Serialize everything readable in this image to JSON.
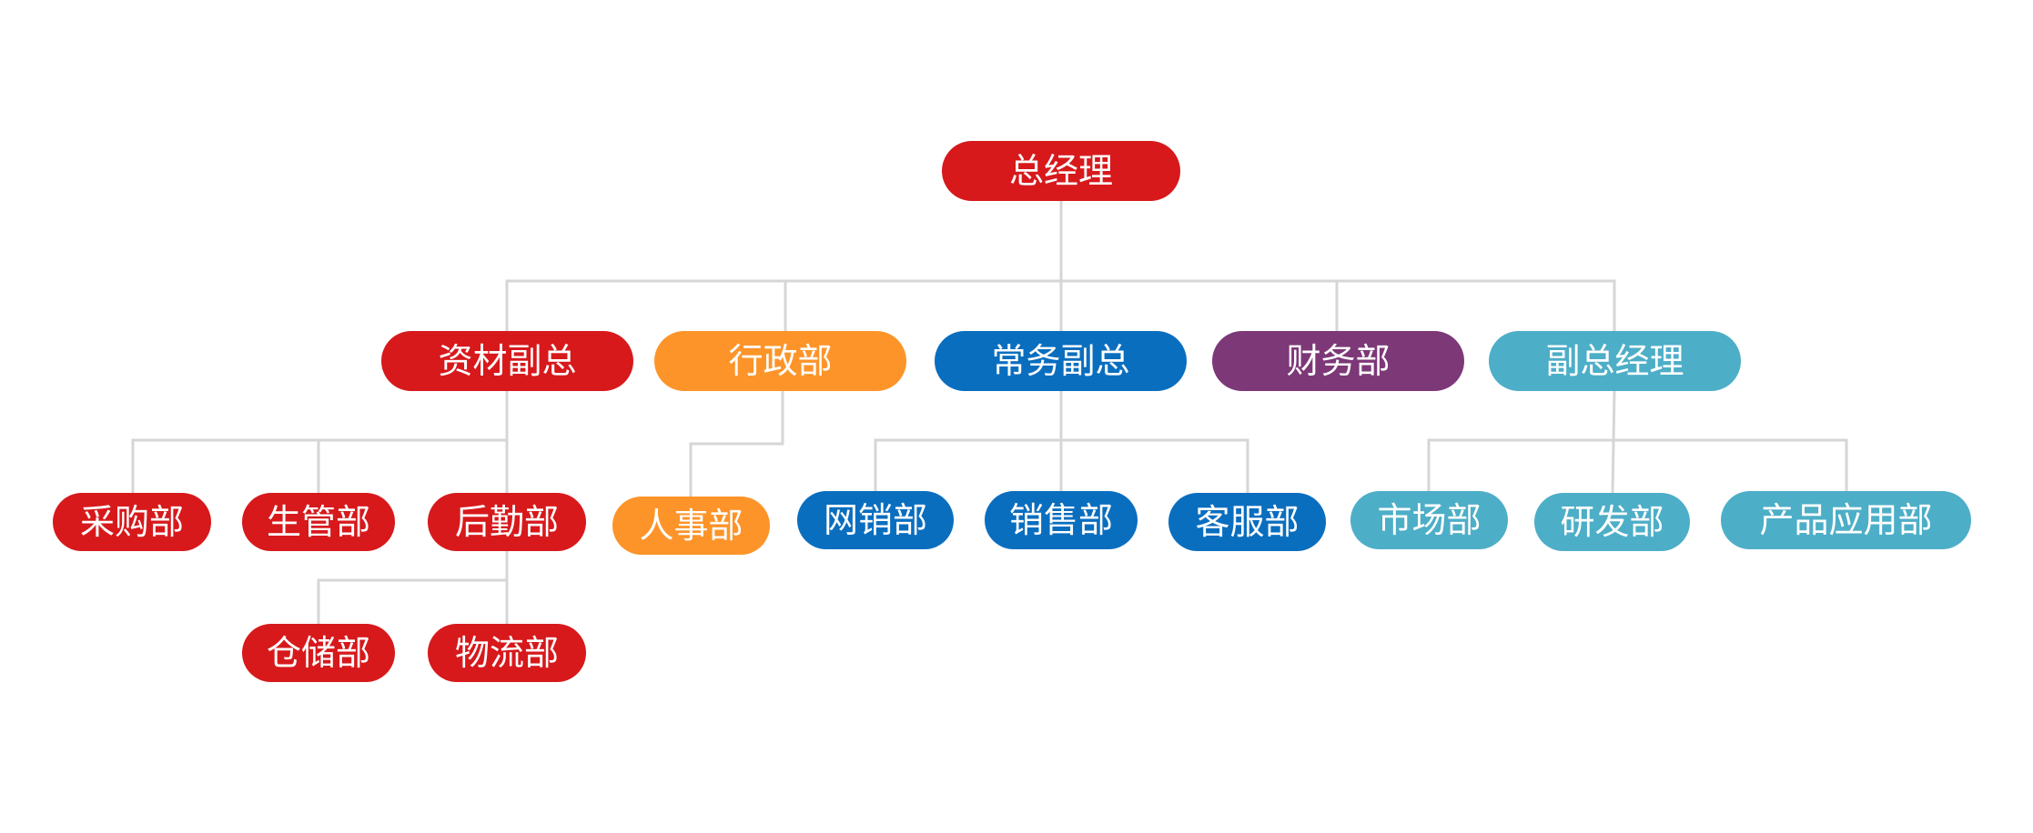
{
  "org_chart": {
    "root": {
      "label": "总经理",
      "color": "#d7191c"
    },
    "level1": [
      {
        "label": "资材副总",
        "color": "#d7191c"
      },
      {
        "label": "行政部",
        "color": "#fd9429"
      },
      {
        "label": "常务副总",
        "color": "#0a6ebf"
      },
      {
        "label": "财务部",
        "color": "#7d3878"
      },
      {
        "label": "副总经理",
        "color": "#4daec7"
      }
    ],
    "level2": [
      {
        "label": "采购部",
        "parent": "资材副总",
        "color": "#d7191c"
      },
      {
        "label": "生管部",
        "parent": "资材副总",
        "color": "#d7191c"
      },
      {
        "label": "后勤部",
        "parent": "资材副总",
        "color": "#d7191c"
      },
      {
        "label": "人事部",
        "parent": "行政部",
        "color": "#fd9429"
      },
      {
        "label": "网销部",
        "parent": "常务副总",
        "color": "#0a6ebf"
      },
      {
        "label": "销售部",
        "parent": "常务副总",
        "color": "#0a6ebf"
      },
      {
        "label": "客服部",
        "parent": "常务副总",
        "color": "#0a6ebf"
      },
      {
        "label": "市场部",
        "parent": "副总经理",
        "color": "#4daec7"
      },
      {
        "label": "研发部",
        "parent": "副总经理",
        "color": "#4daec7"
      },
      {
        "label": "产品应用部",
        "parent": "副总经理",
        "color": "#4daec7"
      }
    ],
    "level3": [
      {
        "label": "仓储部",
        "parent": "后勤部",
        "color": "#d7191c"
      },
      {
        "label": "物流部",
        "parent": "后勤部",
        "color": "#d7191c"
      }
    ],
    "connector_color": "#d6d6d6"
  }
}
